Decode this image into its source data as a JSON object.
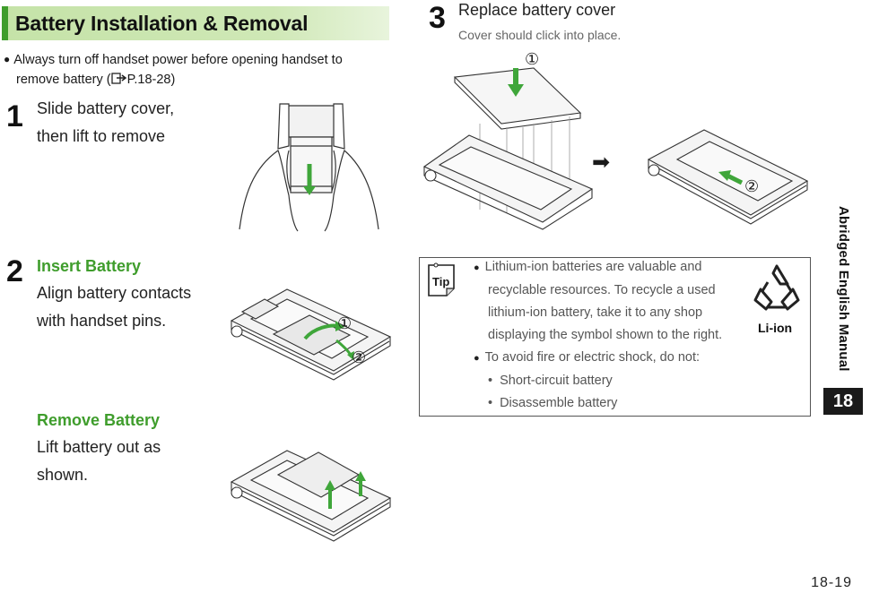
{
  "header": {
    "title": "Battery Installation & Removal"
  },
  "note": {
    "bullet": "●",
    "line1": "Always turn off handset power before opening handset to",
    "line2_prefix": "remove battery (",
    "ref_icon": "reference-pointer-icon",
    "line2_ref": "P.18-28)"
  },
  "step1": {
    "number": "1",
    "line1": "Slide battery cover,",
    "line2": "then lift to remove"
  },
  "step2": {
    "number": "2",
    "insert_heading": "Insert Battery",
    "insert_line1": "Align battery contacts",
    "insert_line2": "with handset pins.",
    "remove_heading": "Remove Battery",
    "remove_line1": "Lift battery out as",
    "remove_line2": "shown."
  },
  "step3": {
    "number": "3",
    "title": "Replace battery cover",
    "subtitle": "Cover should click into place."
  },
  "callouts": {
    "one": "①",
    "two": "②",
    "arrow_right": "➡"
  },
  "tip": {
    "label": "Tip",
    "bullet1_line1": "Lithium-ion batteries are valuable and",
    "bullet1_line2": "recyclable resources. To recycle a used",
    "bullet1_line3": "lithium-ion battery, take it to any shop",
    "bullet1_line4": "displaying the symbol shown to the right.",
    "bullet2": "To avoid fire or electric shock, do not:",
    "sub1": "Short-circuit battery",
    "sub2": "Disassemble battery",
    "recycle_label": "Li-ion",
    "bullet_symbol": "●",
    "sub_bullet_symbol": "•"
  },
  "side": {
    "label": "Abridged English Manual",
    "chapter": "18"
  },
  "footer": {
    "page": "18-19"
  },
  "colors": {
    "accent_green": "#3f9d2c",
    "header_band": "#cfe8b6",
    "arrow_green": "#3fa63a"
  }
}
